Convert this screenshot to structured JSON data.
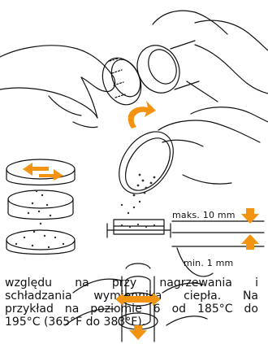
{
  "labels": {
    "max_fill": "maks. 10 mm",
    "min_fill": "min. 1 mm"
  },
  "paragraph_lines": [
    "względu na przy nagrzewania i",
    "schładzania wymiennika ciepła. Na",
    "przykład na poziomie 6 od 185°C do",
    "195°C (365°F do 383°F)."
  ],
  "colors": {
    "accent_arrow": "#f29312",
    "ink": "#111111"
  },
  "icons": [
    "rotate-arrow-icon",
    "down-arrow-icon",
    "up-arrow-icon",
    "twist-arrow-icon"
  ]
}
